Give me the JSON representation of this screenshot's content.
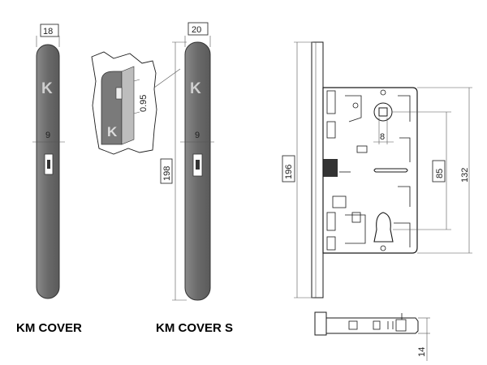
{
  "captions": {
    "left": "KM COVER",
    "middle": "KM COVER S"
  },
  "dimensions": {
    "km_cover_width": "18",
    "km_cover_s_width": "20",
    "km_cover_slot": "9",
    "km_cover_s_slot": "9",
    "detail_thickness": "0.95",
    "cover_s_height": "198",
    "lock_height": "196",
    "spindle": "8",
    "backset_center": "85",
    "lock_body": "132",
    "lock_depth": "14"
  },
  "logos": {
    "plate_letter": "K"
  },
  "colors": {
    "plate_fill": "#6d6d6d",
    "plate_stroke": "#333333",
    "lock_fill": "#ffffff",
    "line": "#1a1a1a"
  }
}
